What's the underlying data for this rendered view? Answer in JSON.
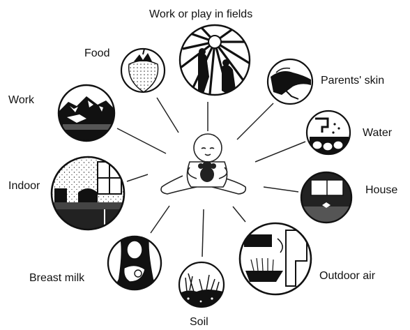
{
  "center": {
    "icon": "infant-sitting-with-toy-icon"
  },
  "sources": [
    {
      "key": "work_or_play_in_fields",
      "label": "Work or play in fields",
      "icon": "field-workers-sunburst-icon"
    },
    {
      "key": "parents_skin",
      "label": "Parents' skin",
      "icon": "parent-hand-skin-icon"
    },
    {
      "key": "water",
      "label": "Water",
      "icon": "water-tap-and-containers-icon"
    },
    {
      "key": "house",
      "label": "House",
      "icon": "house-interior-icon"
    },
    {
      "key": "outdoor_air",
      "label": "Outdoor air",
      "icon": "outdoor-air-smoke-icon"
    },
    {
      "key": "soil",
      "label": "Soil",
      "icon": "soil-with-plants-icon"
    },
    {
      "key": "breast_milk",
      "label": "Breast milk",
      "icon": "breastfeeding-mother-icon"
    },
    {
      "key": "indoor",
      "label": "Indoor",
      "icon": "indoor-room-icon"
    },
    {
      "key": "work",
      "label": "Work",
      "icon": "work-landscape-mountains-icon"
    },
    {
      "key": "food",
      "label": "Food",
      "icon": "strawberry-food-icon"
    }
  ]
}
